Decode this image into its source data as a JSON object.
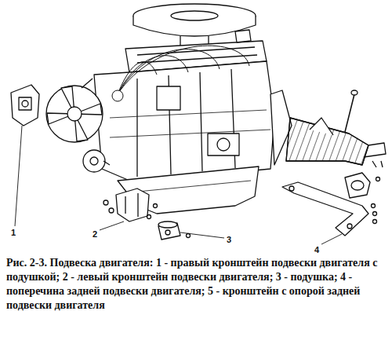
{
  "diagram": {
    "caption": "Рис. 2-3. Подвеска двигателя: 1 - правый кронштейн подвески двигателя с подушкой; 2 - левый кронштейн подвески двигателя; 3 - подушка; 4 - поперечина задней подвески двигателя; 5 - кронштейн с опорой задней подвески двигателя",
    "labels": [
      "1",
      "2",
      "3",
      "4"
    ]
  }
}
